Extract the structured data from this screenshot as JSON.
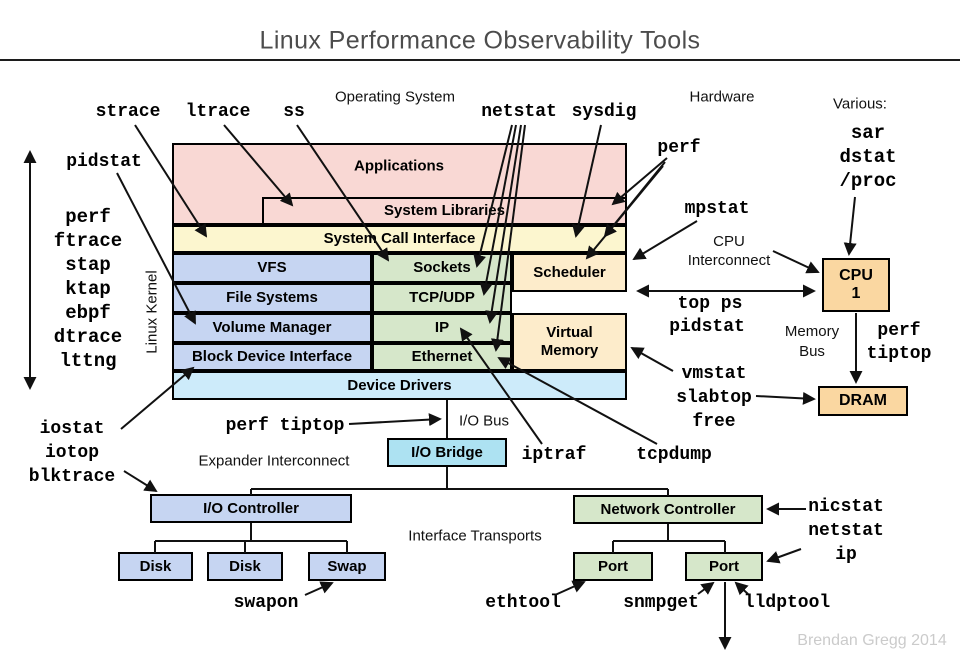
{
  "title": "Linux Performance Observability Tools",
  "credit": "Brendan Gregg 2014",
  "labels": {
    "operating_system": "Operating System",
    "hardware": "Hardware",
    "various": "Various:",
    "linux_kernel": "Linux Kernel",
    "cpu_interconnect": [
      "CPU",
      "Interconnect"
    ],
    "memory_bus": [
      "Memory",
      "Bus"
    ],
    "io_bus": "I/O Bus",
    "expander_interconnect": "Expander Interconnect",
    "interface_transports": "Interface Transports"
  },
  "tools": {
    "strace": "strace",
    "ltrace": "ltrace",
    "ss": "ss",
    "netstat_top": "netstat",
    "sysdig": "sysdig",
    "perf_hw": "perf",
    "pidstat_left": "pidstat",
    "tracers": [
      "perf",
      "ftrace",
      "stap",
      "ktap",
      "ebpf",
      "dtrace",
      "lttng"
    ],
    "various": [
      "sar",
      "dstat",
      "/proc"
    ],
    "mpstat": "mpstat",
    "top_ps": "top ps",
    "pidstat_right": "pidstat",
    "memory_tools": [
      "vmstat",
      "slabtop",
      "free"
    ],
    "memory_bus_tools": [
      "perf",
      "tiptop"
    ],
    "io_bus_tools": "perf tiptop",
    "disk_tools": [
      "iostat",
      "iotop",
      "blktrace"
    ],
    "iptraf": "iptraf",
    "tcpdump": "tcpdump",
    "swapon": "swapon",
    "ethtool": "ethtool",
    "snmpget": "snmpget",
    "lldptool": "lldptool",
    "nic_tools": [
      "nicstat",
      "netstat",
      "ip"
    ]
  },
  "components": {
    "applications": "Applications",
    "system_libraries": "System Libraries",
    "system_call_interface": "System Call Interface",
    "vfs": "VFS",
    "sockets": "Sockets",
    "scheduler": "Scheduler",
    "file_systems": "File Systems",
    "tcp_udp": "TCP/UDP",
    "volume_manager": "Volume Manager",
    "ip": "IP",
    "virtual_memory": [
      "Virtual",
      "Memory"
    ],
    "block_device_interface": "Block Device Interface",
    "ethernet": "Ethernet",
    "device_drivers": "Device Drivers",
    "cpu": [
      "CPU",
      "1"
    ],
    "dram": "DRAM",
    "io_bridge": "I/O Bridge",
    "io_controller": "I/O Controller",
    "network_controller": "Network Controller",
    "disks": [
      "Disk",
      "Disk",
      "Swap"
    ],
    "ports": [
      "Port",
      "Port"
    ]
  },
  "colors": {
    "user_pink": "#f9d8d4",
    "syscall_yellow": "#fcf6cf",
    "fs_blue": "#c6d5f2",
    "net_green": "#d6e7ca",
    "sched_cream": "#fdeccb",
    "driver_blue": "#cdebfa",
    "hw_orange": "#fad7a1",
    "bridge_cyan": "#ade2f2"
  }
}
